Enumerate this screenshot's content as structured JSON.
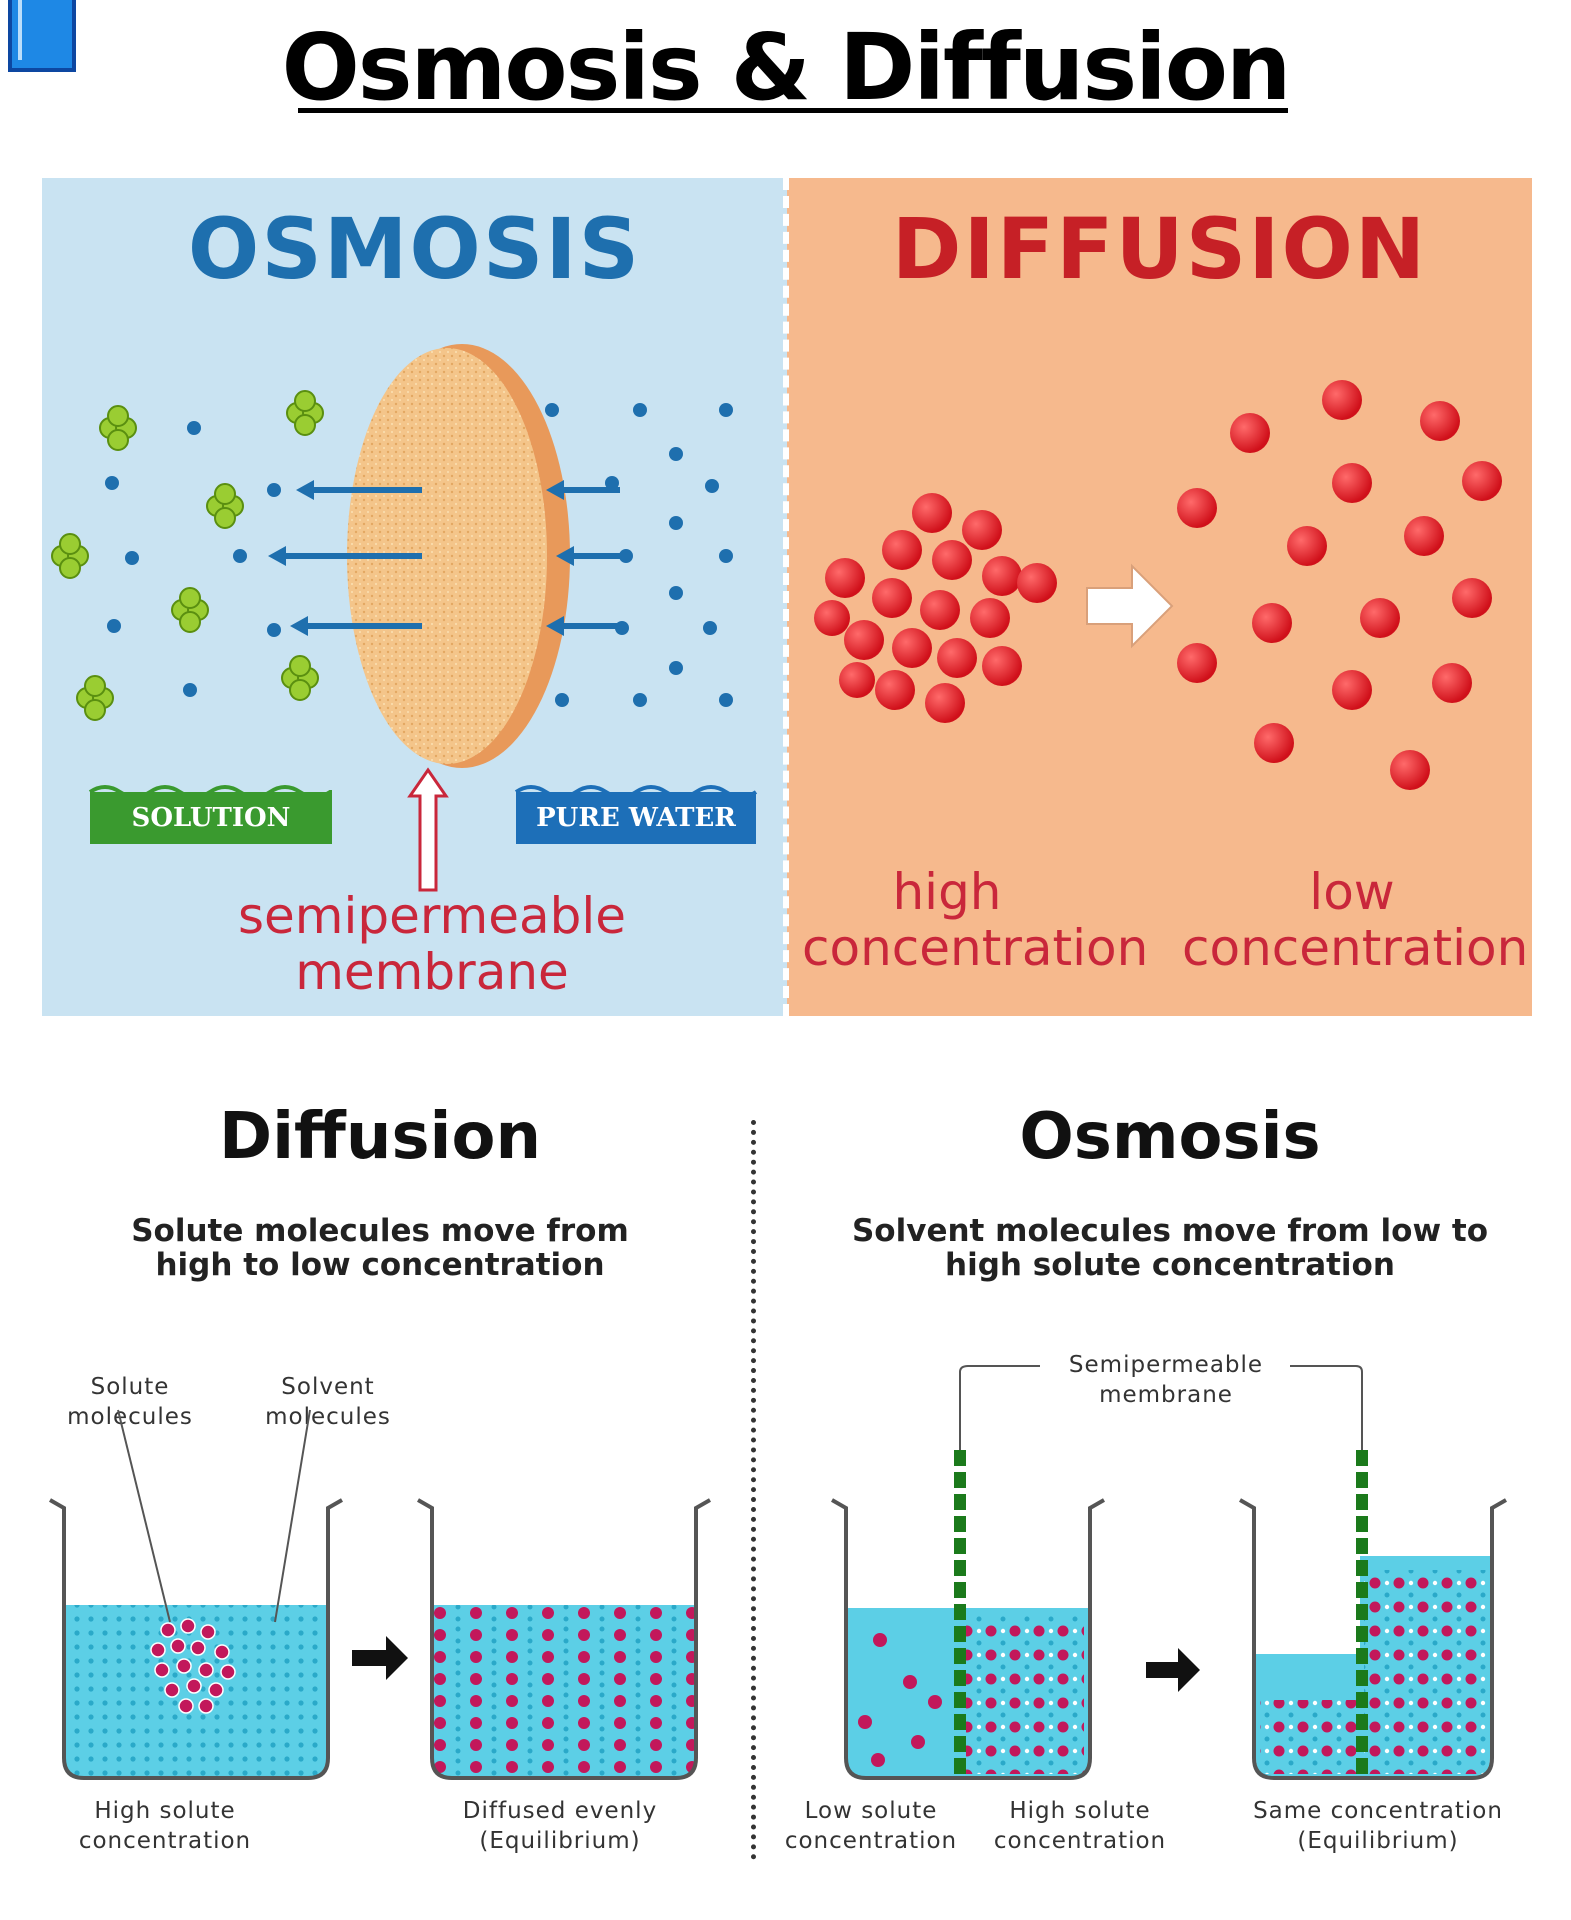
{
  "title": "Osmosis & Diffusion",
  "top": {
    "osmosis_heading": "OSMOSIS",
    "diffusion_heading": "DIFFUSION",
    "solution_tag": "SOLUTION",
    "pure_water_tag": "PURE WATER",
    "membrane_label": "semipermeable membrane",
    "high_label": "high concentration",
    "low_label": "low concentration"
  },
  "diffusion_section": {
    "heading": "Diffusion",
    "subtitle": "Solute molecules move from high to low concentration",
    "solute_label": "Solute molecules",
    "solvent_label": "Solvent molecules",
    "beaker1_caption": "High solute concentration",
    "beaker2_caption": "Diffused evenly (Equilibrium)"
  },
  "osmosis_section": {
    "heading": "Osmosis",
    "subtitle": "Solvent molecules move from low to high solute concentration",
    "membrane_label": "Semipermeable membrane",
    "low_caption": "Low solute concentration",
    "high_caption": "High solute concentration",
    "equilibrium_caption": "Same concentration (Equilibrium)"
  },
  "colors": {
    "osmosis_bg": "#c9e3f2",
    "diffusion_bg": "#f6b98d",
    "osmosis_heading": "#1e6fae",
    "diffusion_heading": "#c62026",
    "particle_red": "#e0212b",
    "water_blue": "#5ccfe6",
    "solute_magenta": "#c2185b",
    "membrane_green": "#1b7a1b"
  },
  "icons": {
    "corner": "book-icon",
    "arrows": "arrow-icon"
  }
}
